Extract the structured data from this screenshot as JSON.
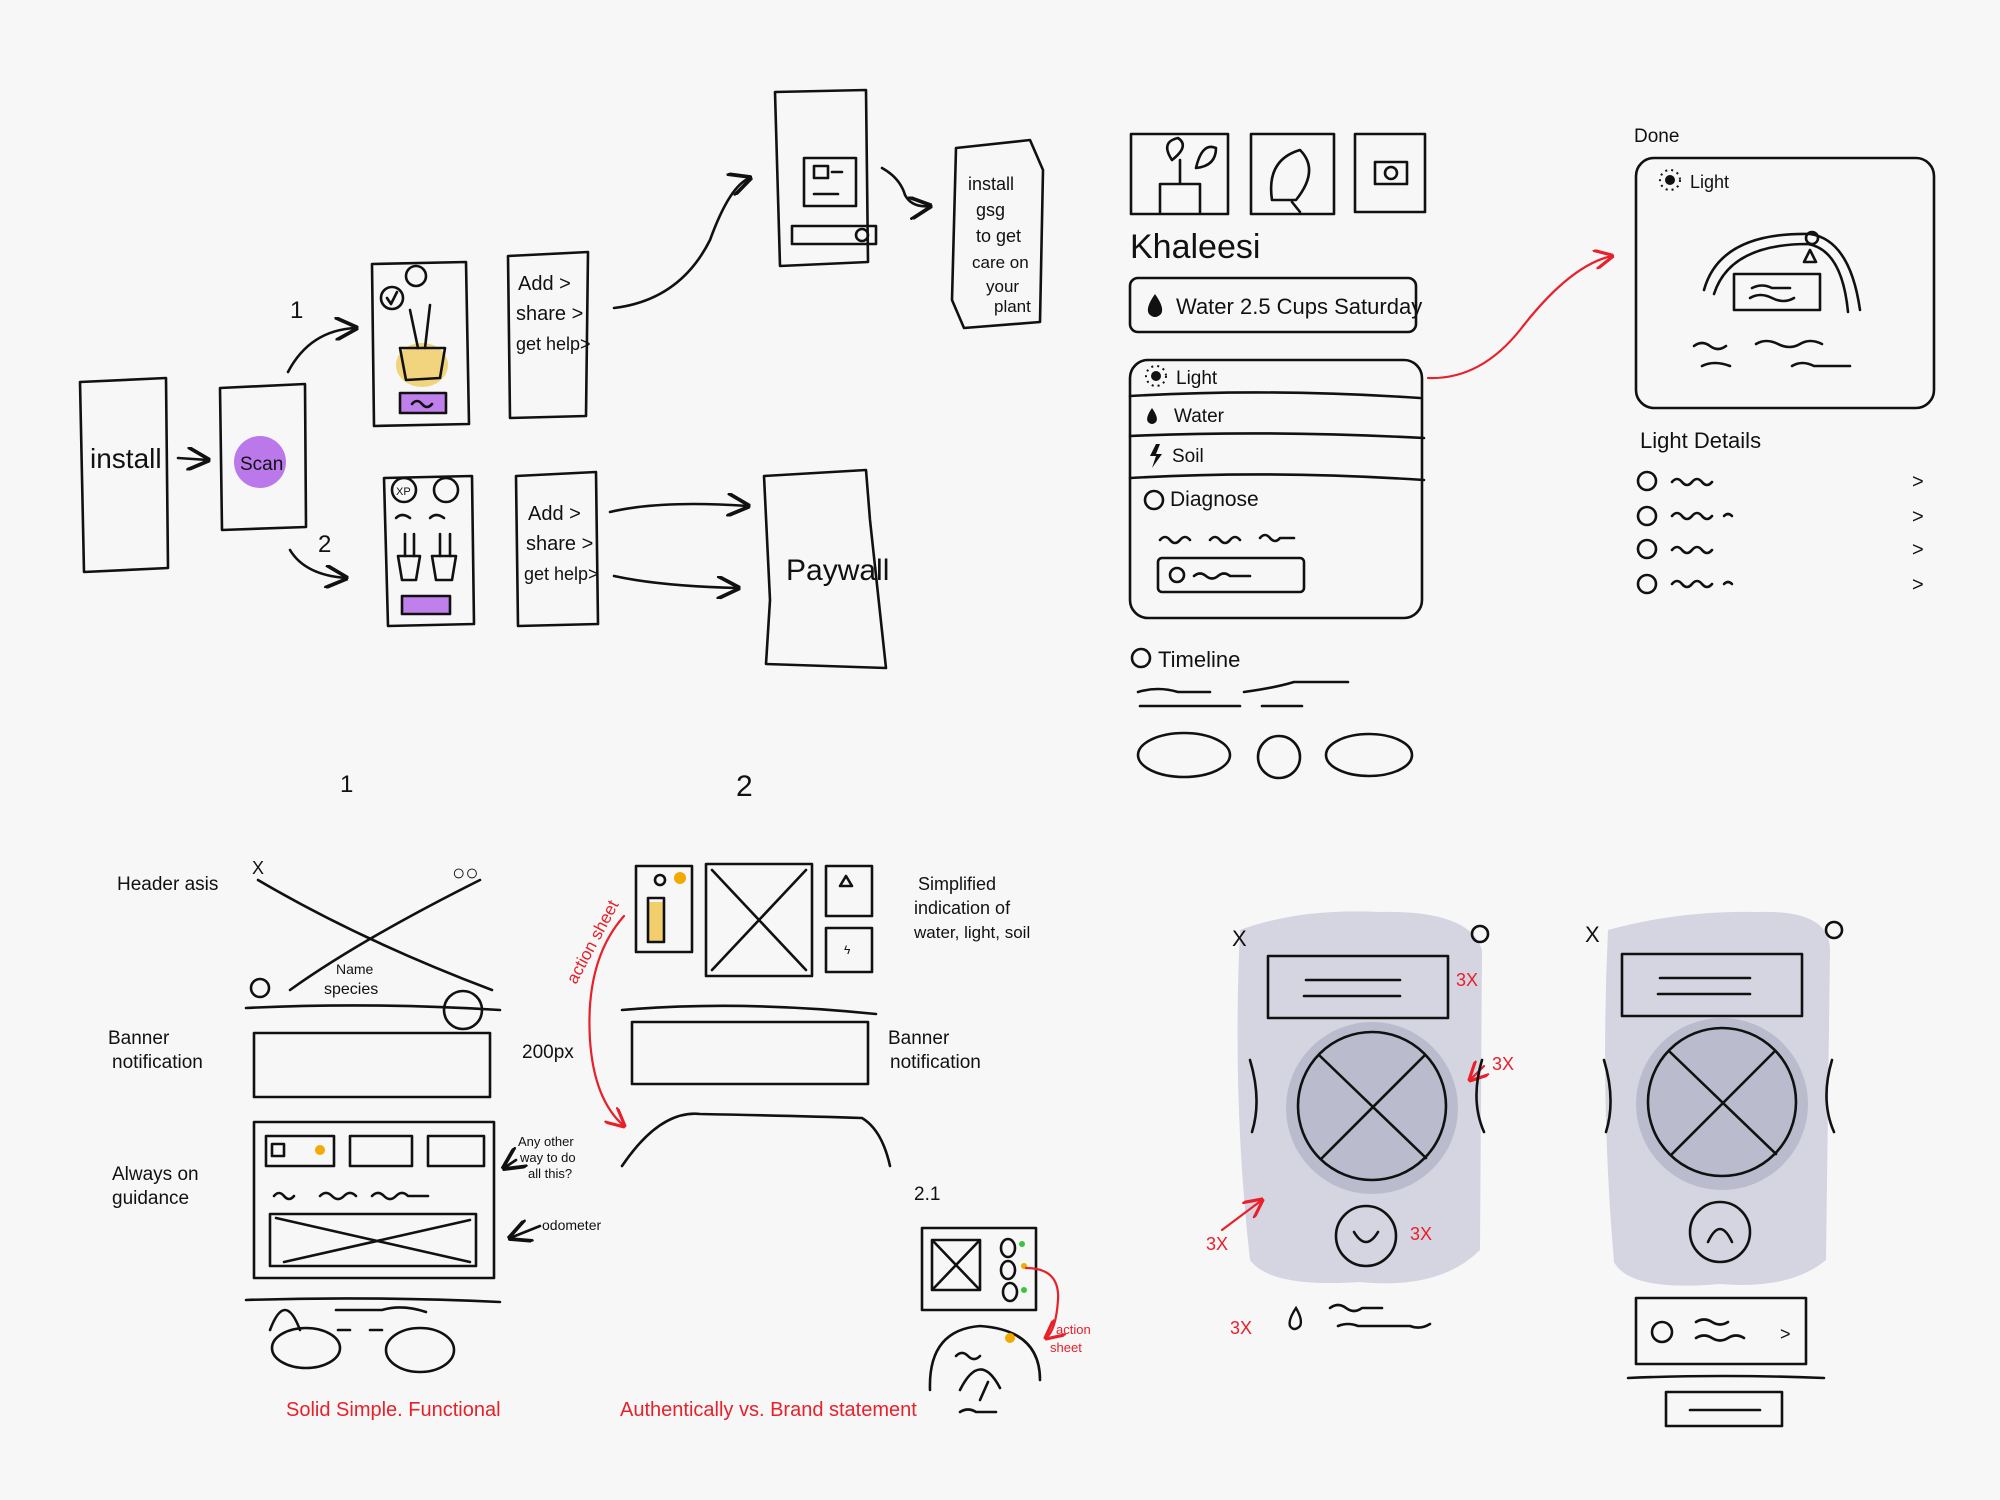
{
  "colors": {
    "ink": "#111111",
    "accent_red": "#e8202a",
    "purple": "#b062e8",
    "yellow": "#f0c44a",
    "wash": "#c9cad9",
    "green": "#3cc43c",
    "orange": "#f2a900"
  },
  "flow": {
    "install_label": "install",
    "scan_label": "Scan",
    "branch_1": "1",
    "branch_2": "2",
    "list_1": [
      "Add >",
      "share >",
      "get help>"
    ],
    "list_2": [
      "Add >",
      "share >",
      "get help>"
    ],
    "install_gsg": [
      "install",
      "gsg",
      "to get",
      "care on",
      "your",
      "plant"
    ],
    "paywall_label": "Paywall",
    "badge_xp": "XP"
  },
  "plant_detail": {
    "name": "Khaleesi",
    "water_banner": "Water 2.5 Cups Saturday",
    "rows": [
      "Light",
      "Water",
      "Soil",
      "Diagnose"
    ],
    "timeline_label": "Timeline"
  },
  "light_detail": {
    "done_label": "Done",
    "card_title": "Light",
    "section_title": "Light Details",
    "chevron": ">"
  },
  "option_1": {
    "number": "1",
    "header_label": "Header asis",
    "name_species": [
      "Name",
      "species"
    ],
    "banner_label": [
      "Banner",
      "notification"
    ],
    "size_note": "200px",
    "guidance_label": [
      "Always on",
      "guidance"
    ],
    "question": [
      "Any other",
      "way to do",
      "all this?"
    ],
    "odometer_label": "odometer",
    "tagline": "Solid Simple. Functional"
  },
  "option_2": {
    "number": "2",
    "simplified_note": [
      "Simplified",
      "indication of",
      "water, light, soil"
    ],
    "action_sheet": "action sheet",
    "banner_label": [
      "Banner",
      "notification"
    ],
    "sub_number": "2.1",
    "action_sheet_2": [
      "action",
      "sheet"
    ],
    "tagline": "Authentically vs. Brand statement"
  },
  "phones": {
    "close": "X",
    "multiplier": "3X"
  }
}
